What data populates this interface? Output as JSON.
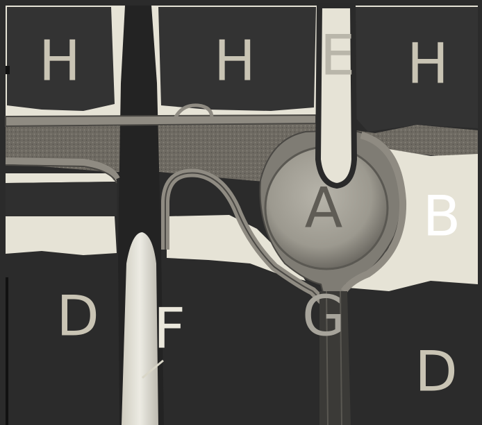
{
  "diagram": {
    "labels": {
      "h1": "H",
      "h2": "H",
      "e": "E",
      "h3": "H",
      "a": "A",
      "b": "B",
      "d_left": "D",
      "f": "F",
      "g": "G",
      "d_right": "D"
    },
    "colors": {
      "background_dark": "#2b2b2b",
      "block_dark": "#333333",
      "pale_fill": "#e6e3d6",
      "stipple": "#6e6a62",
      "tube": "#8f8b82",
      "tube_edge": "#4a4844",
      "sphere": "#a7a49b",
      "label": "#c9c4b4"
    }
  }
}
